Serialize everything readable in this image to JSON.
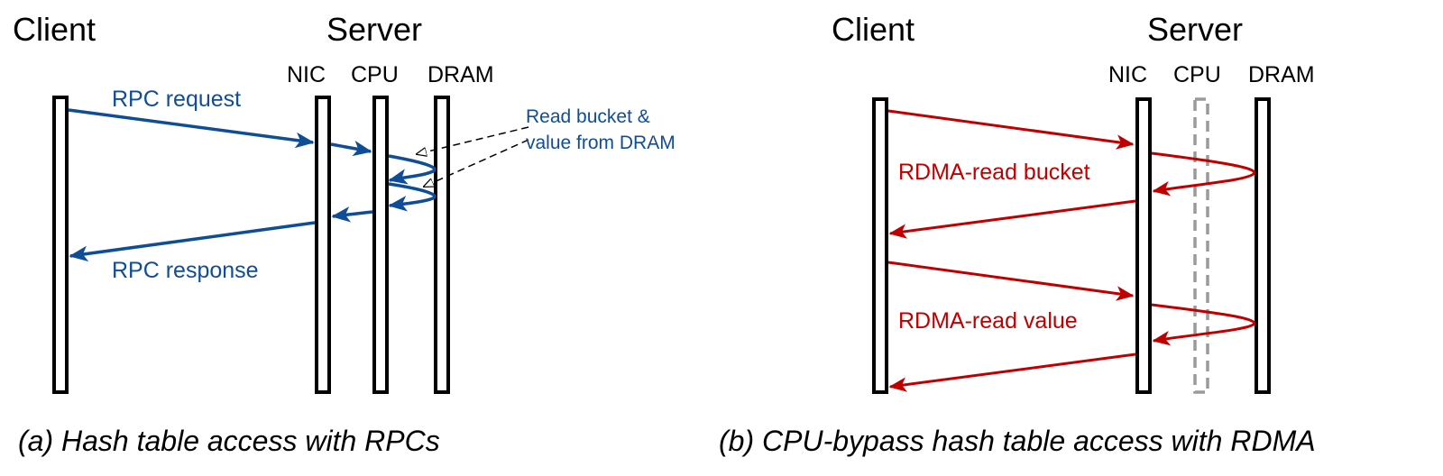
{
  "colors": {
    "rpc": "#0f4d97",
    "rdma": "#c00000",
    "lane": "#000000",
    "bypassed_lane": "#9a9a9a"
  },
  "panel_a": {
    "client_title": "Client",
    "server_title": "Server",
    "components": [
      "NIC",
      "CPU",
      "DRAM"
    ],
    "request_label": "RPC request",
    "response_label": "RPC response",
    "annotation_line1": "Read bucket &",
    "annotation_line2": "value from DRAM",
    "caption": "(a) Hash table access with RPCs"
  },
  "panel_b": {
    "client_title": "Client",
    "server_title": "Server",
    "components": [
      "NIC",
      "CPU",
      "DRAM"
    ],
    "bypassed_component": "CPU",
    "read_bucket_label": "RDMA-read bucket",
    "read_value_label": "RDMA-read value",
    "caption": "(b) CPU-bypass hash table access with RDMA"
  }
}
